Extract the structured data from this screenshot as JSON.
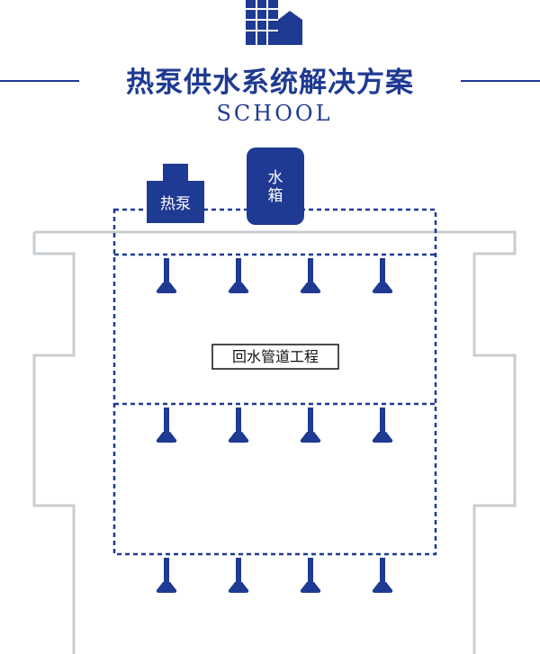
{
  "header": {
    "title": "热泵供水系统解决方案",
    "subtitle": "SCHOOL"
  },
  "equipment": {
    "heat_pump_label": "热泵",
    "water_tank_label_line1": "水",
    "water_tank_label_line2": "箱"
  },
  "pipe_label": "回水管道工程",
  "colors": {
    "primary": "#1f3a93",
    "building_outline": "#c8cdd0",
    "background": "#ffffff"
  },
  "icons": {
    "logo": "building-icon",
    "outlet": "shower-head-icon"
  }
}
